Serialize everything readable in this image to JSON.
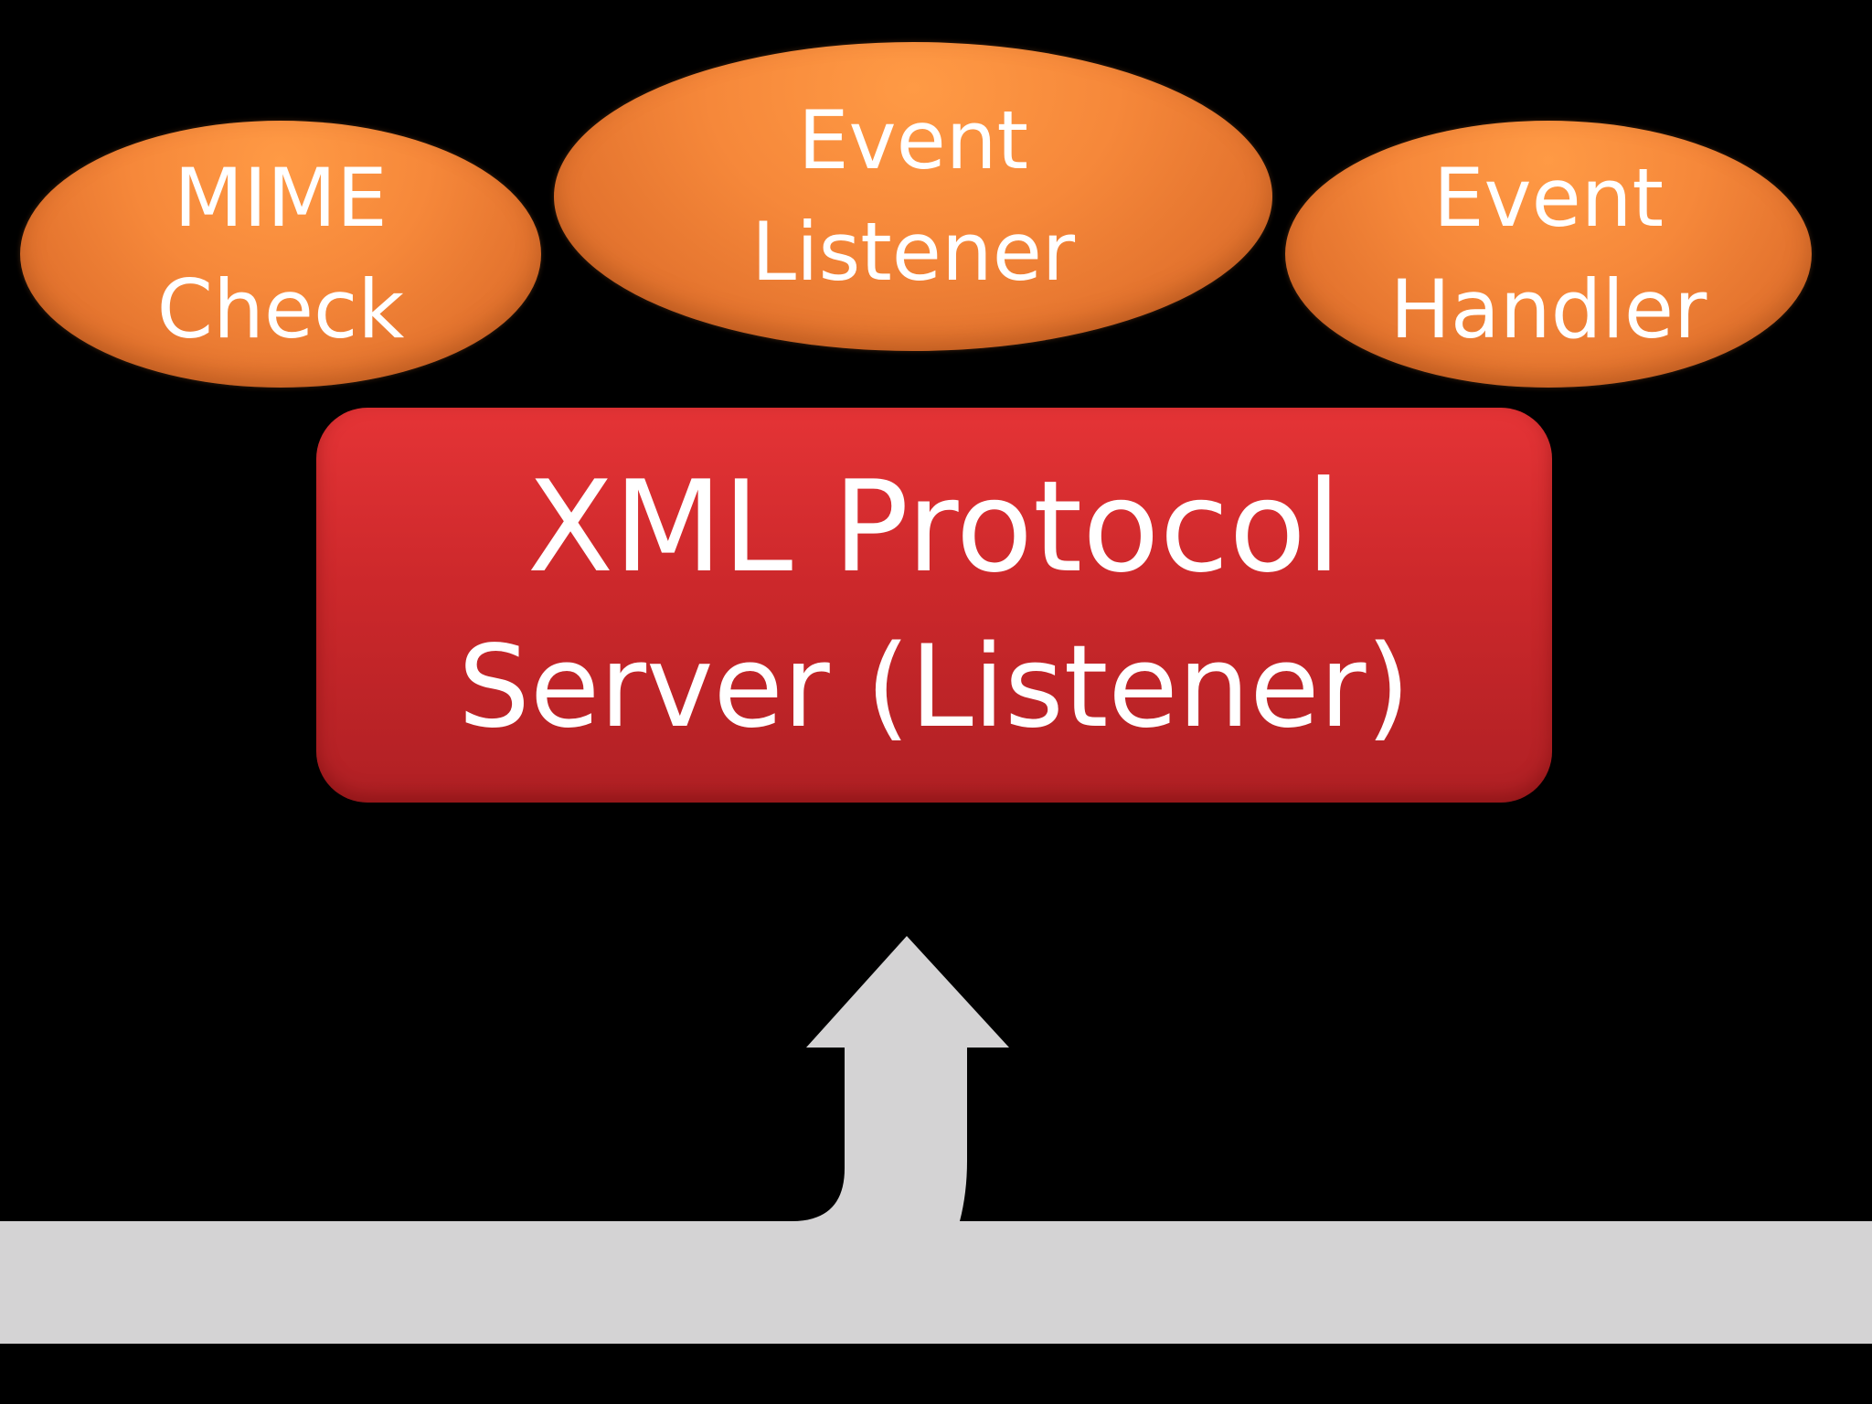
{
  "diagram": {
    "ovals": [
      {
        "text": "MIME\nCheck"
      },
      {
        "text": "Event\nListener"
      },
      {
        "text": "Event\nHandler"
      }
    ],
    "server": {
      "line1": "XML Protocol",
      "line2": "Server (Listener)"
    },
    "colors": {
      "background": "#000000",
      "oval": "#f6883a",
      "server": "#cc282b",
      "arrow": "#d4d3d4",
      "text": "#ffffff"
    }
  }
}
